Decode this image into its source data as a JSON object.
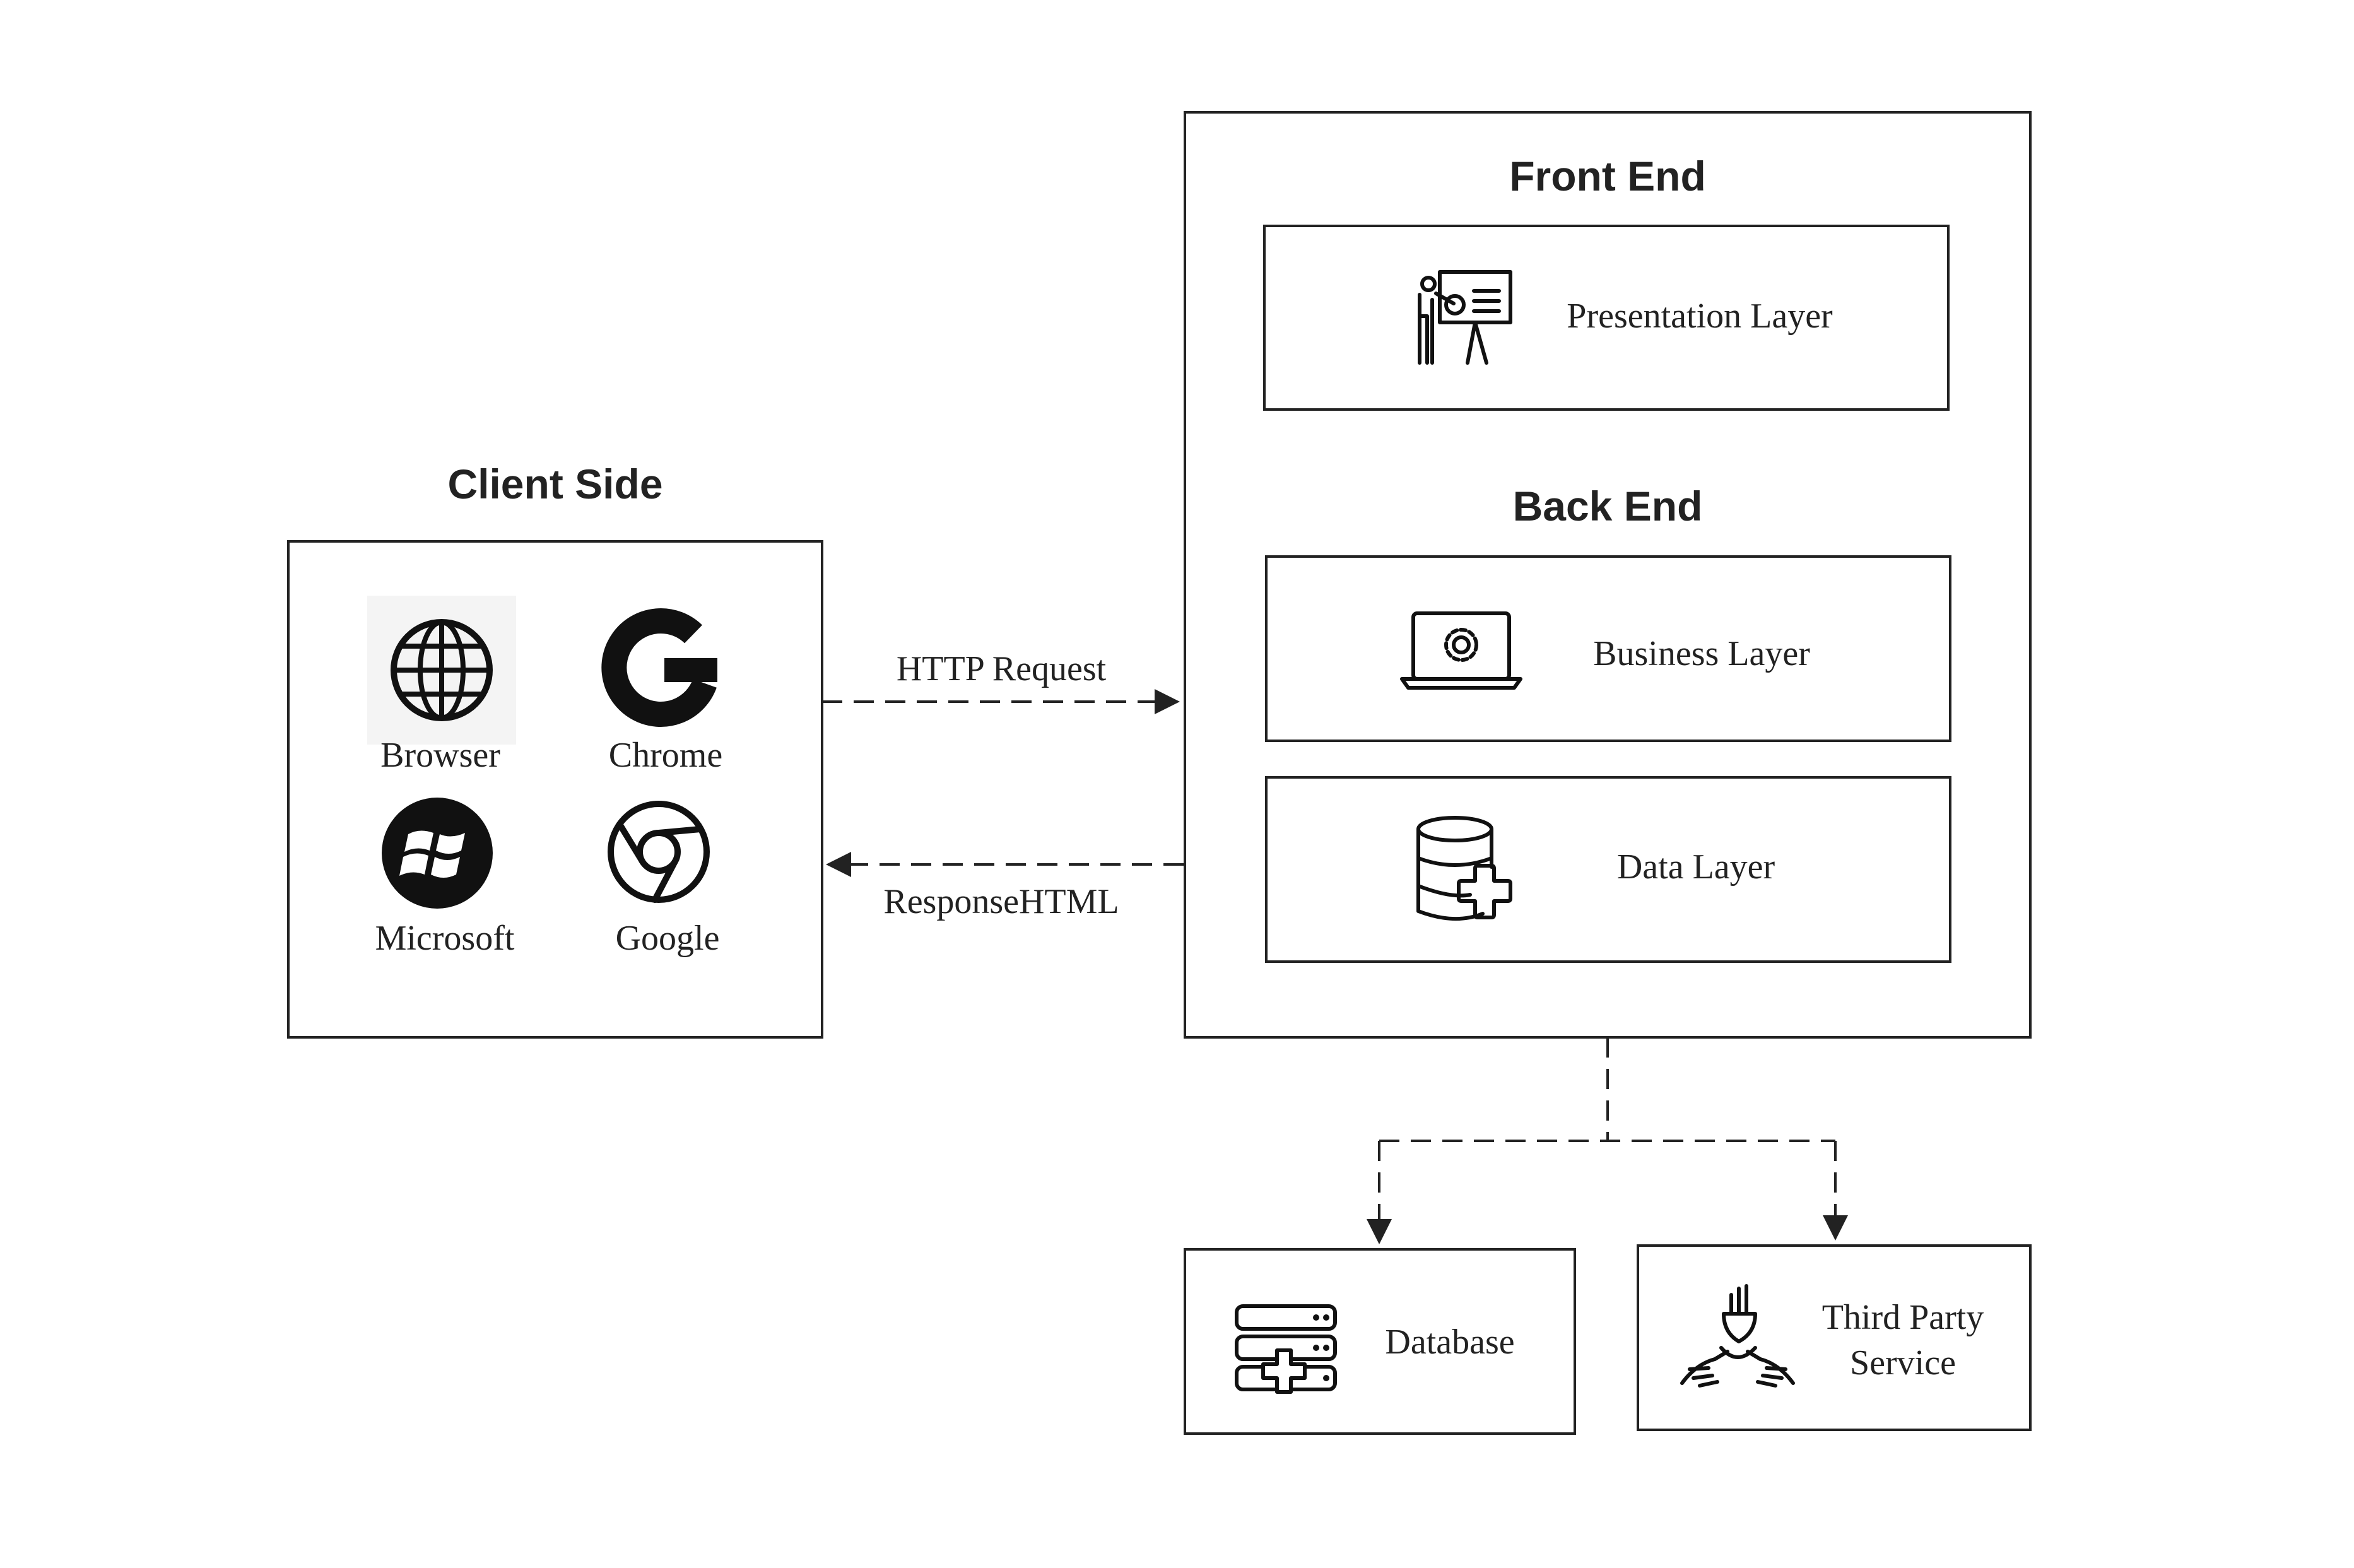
{
  "client": {
    "title": "Client Side",
    "items": [
      {
        "label": "Browser",
        "icon": "globe-icon"
      },
      {
        "label": "Chrome",
        "icon": "google-g-icon"
      },
      {
        "label": "Microsoft",
        "icon": "windows-icon"
      },
      {
        "label": "Google",
        "icon": "chrome-icon"
      }
    ]
  },
  "server": {
    "front_title": "Front End",
    "back_title": "Back End",
    "layers": [
      {
        "label": "Presentation Layer",
        "icon": "presenter-icon"
      },
      {
        "label": "Business Layer",
        "icon": "laptop-gear-icon"
      },
      {
        "label": "Data Layer",
        "icon": "database-plus-icon"
      }
    ]
  },
  "connections": {
    "request": "HTTP Request",
    "response": "ResponseHTML"
  },
  "services": [
    {
      "label": "Database",
      "icon": "server-plus-icon"
    },
    {
      "label_line1": "Third Party",
      "label_line2": "Service",
      "icon": "hands-icon"
    }
  ],
  "colors": {
    "stroke": "#222222",
    "background": "#ffffff"
  }
}
